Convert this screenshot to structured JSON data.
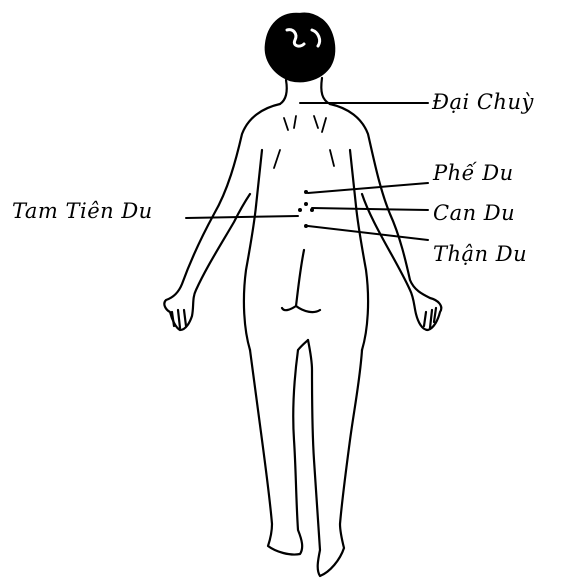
{
  "labels": {
    "dai_chuy": "Đại Chuỳ",
    "phe_du": "Phế Du",
    "tam_tien_du": "Tam Tiên Du",
    "can_du": "Can Du",
    "than_du": "Thận Du"
  },
  "colors": {
    "ink": "#000000",
    "background": "#ffffff"
  }
}
